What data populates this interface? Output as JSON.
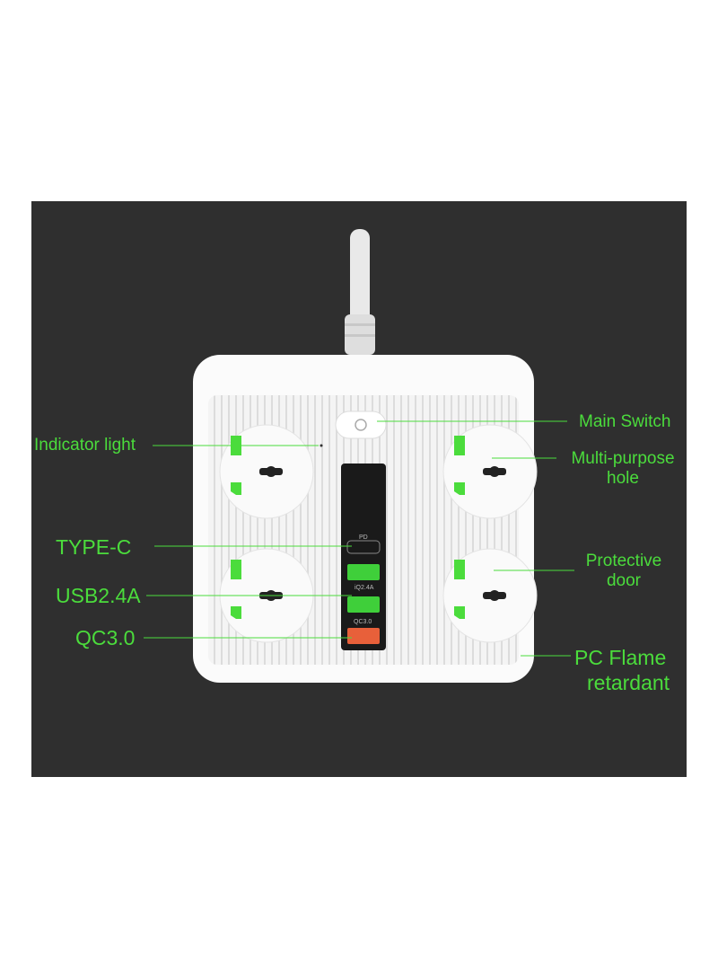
{
  "labels": {
    "indicator_light": "Indicator light",
    "main_switch": "Main Switch",
    "multi_purpose_hole_1": "Multi-purpose",
    "multi_purpose_hole_2": "hole",
    "type_c": "TYPE-C",
    "usb": "USB2.4A",
    "qc": "QC3.0",
    "protective_door_1": "Protective",
    "protective_door_2": "door",
    "pc_flame_1": "PC Flame",
    "pc_flame_2": "retardant"
  },
  "ports": {
    "pd": "PD",
    "iq": "iQ2.4A",
    "qc": "QC3.0"
  },
  "colors": {
    "accent": "#4bdc3c",
    "panel": "#2f2f2f",
    "qc_port": "#e8603a"
  }
}
